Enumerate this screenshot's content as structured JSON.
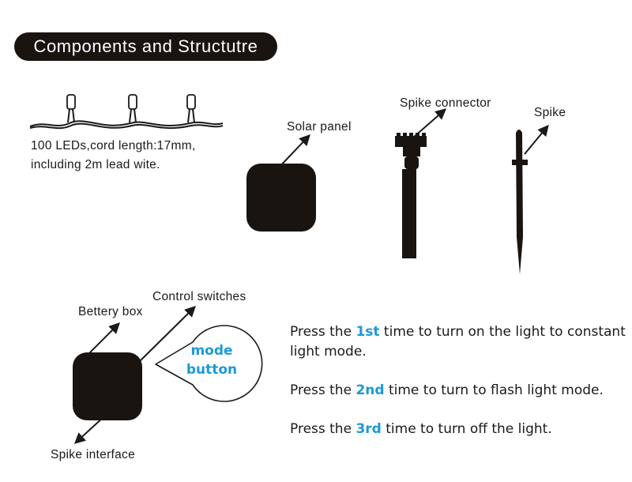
{
  "title": "Components and Structutre",
  "led_string": {
    "desc_line1": "100 LEDs,cord length:17mm,",
    "desc_line2": "including 2m lead wite."
  },
  "labels": {
    "solar_panel": "Solar panel",
    "spike_connector": "Spike connector",
    "spike": "Spike",
    "battery_box": "Bettery box",
    "control_switches": "Control switches",
    "spike_interface": "Spike interface"
  },
  "mode_button": {
    "line1": "mode",
    "line2": "button"
  },
  "instructions": [
    {
      "prefix": "Press the ",
      "ordinal": "1st",
      "suffix": " time to turn on the light to constant",
      "continuation": "light mode."
    },
    {
      "prefix": "Press the ",
      "ordinal": "2nd",
      "suffix": " time to turn to flash light mode.",
      "continuation": ""
    },
    {
      "prefix": "Press the ",
      "ordinal": "3rd",
      "suffix": " time to turn off the light.",
      "continuation": ""
    }
  ],
  "colors": {
    "component_fill": "#1a1411",
    "accent": "#1b9ad6",
    "text": "#1a1a1a"
  }
}
